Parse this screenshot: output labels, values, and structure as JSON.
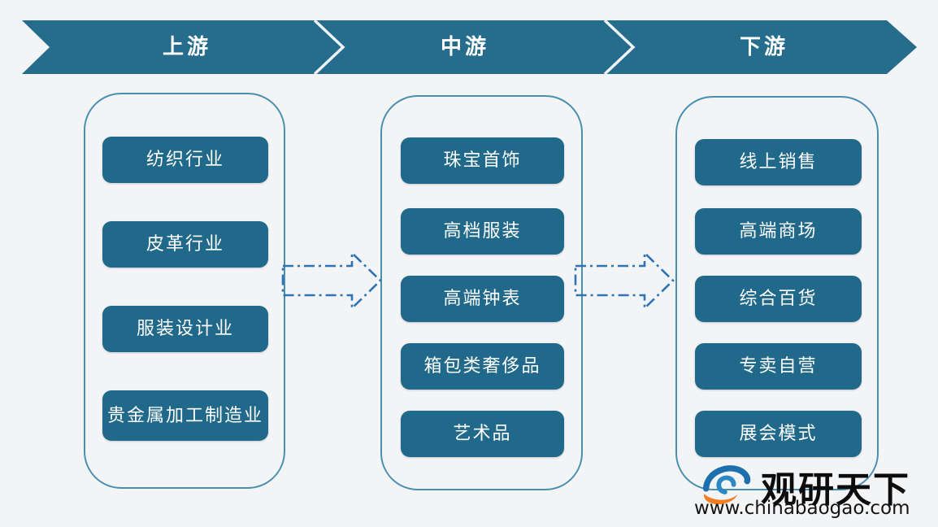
{
  "banner": {
    "segments": [
      {
        "id": "upstream",
        "label": "上游"
      },
      {
        "id": "midstream",
        "label": "中游"
      },
      {
        "id": "downstream",
        "label": "下游"
      }
    ]
  },
  "columns": [
    {
      "id": "upstream",
      "items": [
        "纺织行业",
        "皮革行业",
        "服装设计业",
        "贵金属加工制造业"
      ]
    },
    {
      "id": "midstream",
      "items": [
        "珠宝首饰",
        "高档服装",
        "高端钟表",
        "箱包类奢侈品",
        "艺术品"
      ]
    },
    {
      "id": "downstream",
      "items": [
        "线上销售",
        "高端商场",
        "综合百货",
        "专卖自营",
        "展会模式"
      ]
    }
  ],
  "watermark": {
    "brand": "观研天下",
    "website": "www.chinabaogao.com"
  },
  "colors": {
    "ribbon": "#256c8d",
    "node": "#21698a",
    "container_border": "#4b8fb0",
    "arrow": "#2e74b5",
    "background": "#f3f4f6"
  }
}
